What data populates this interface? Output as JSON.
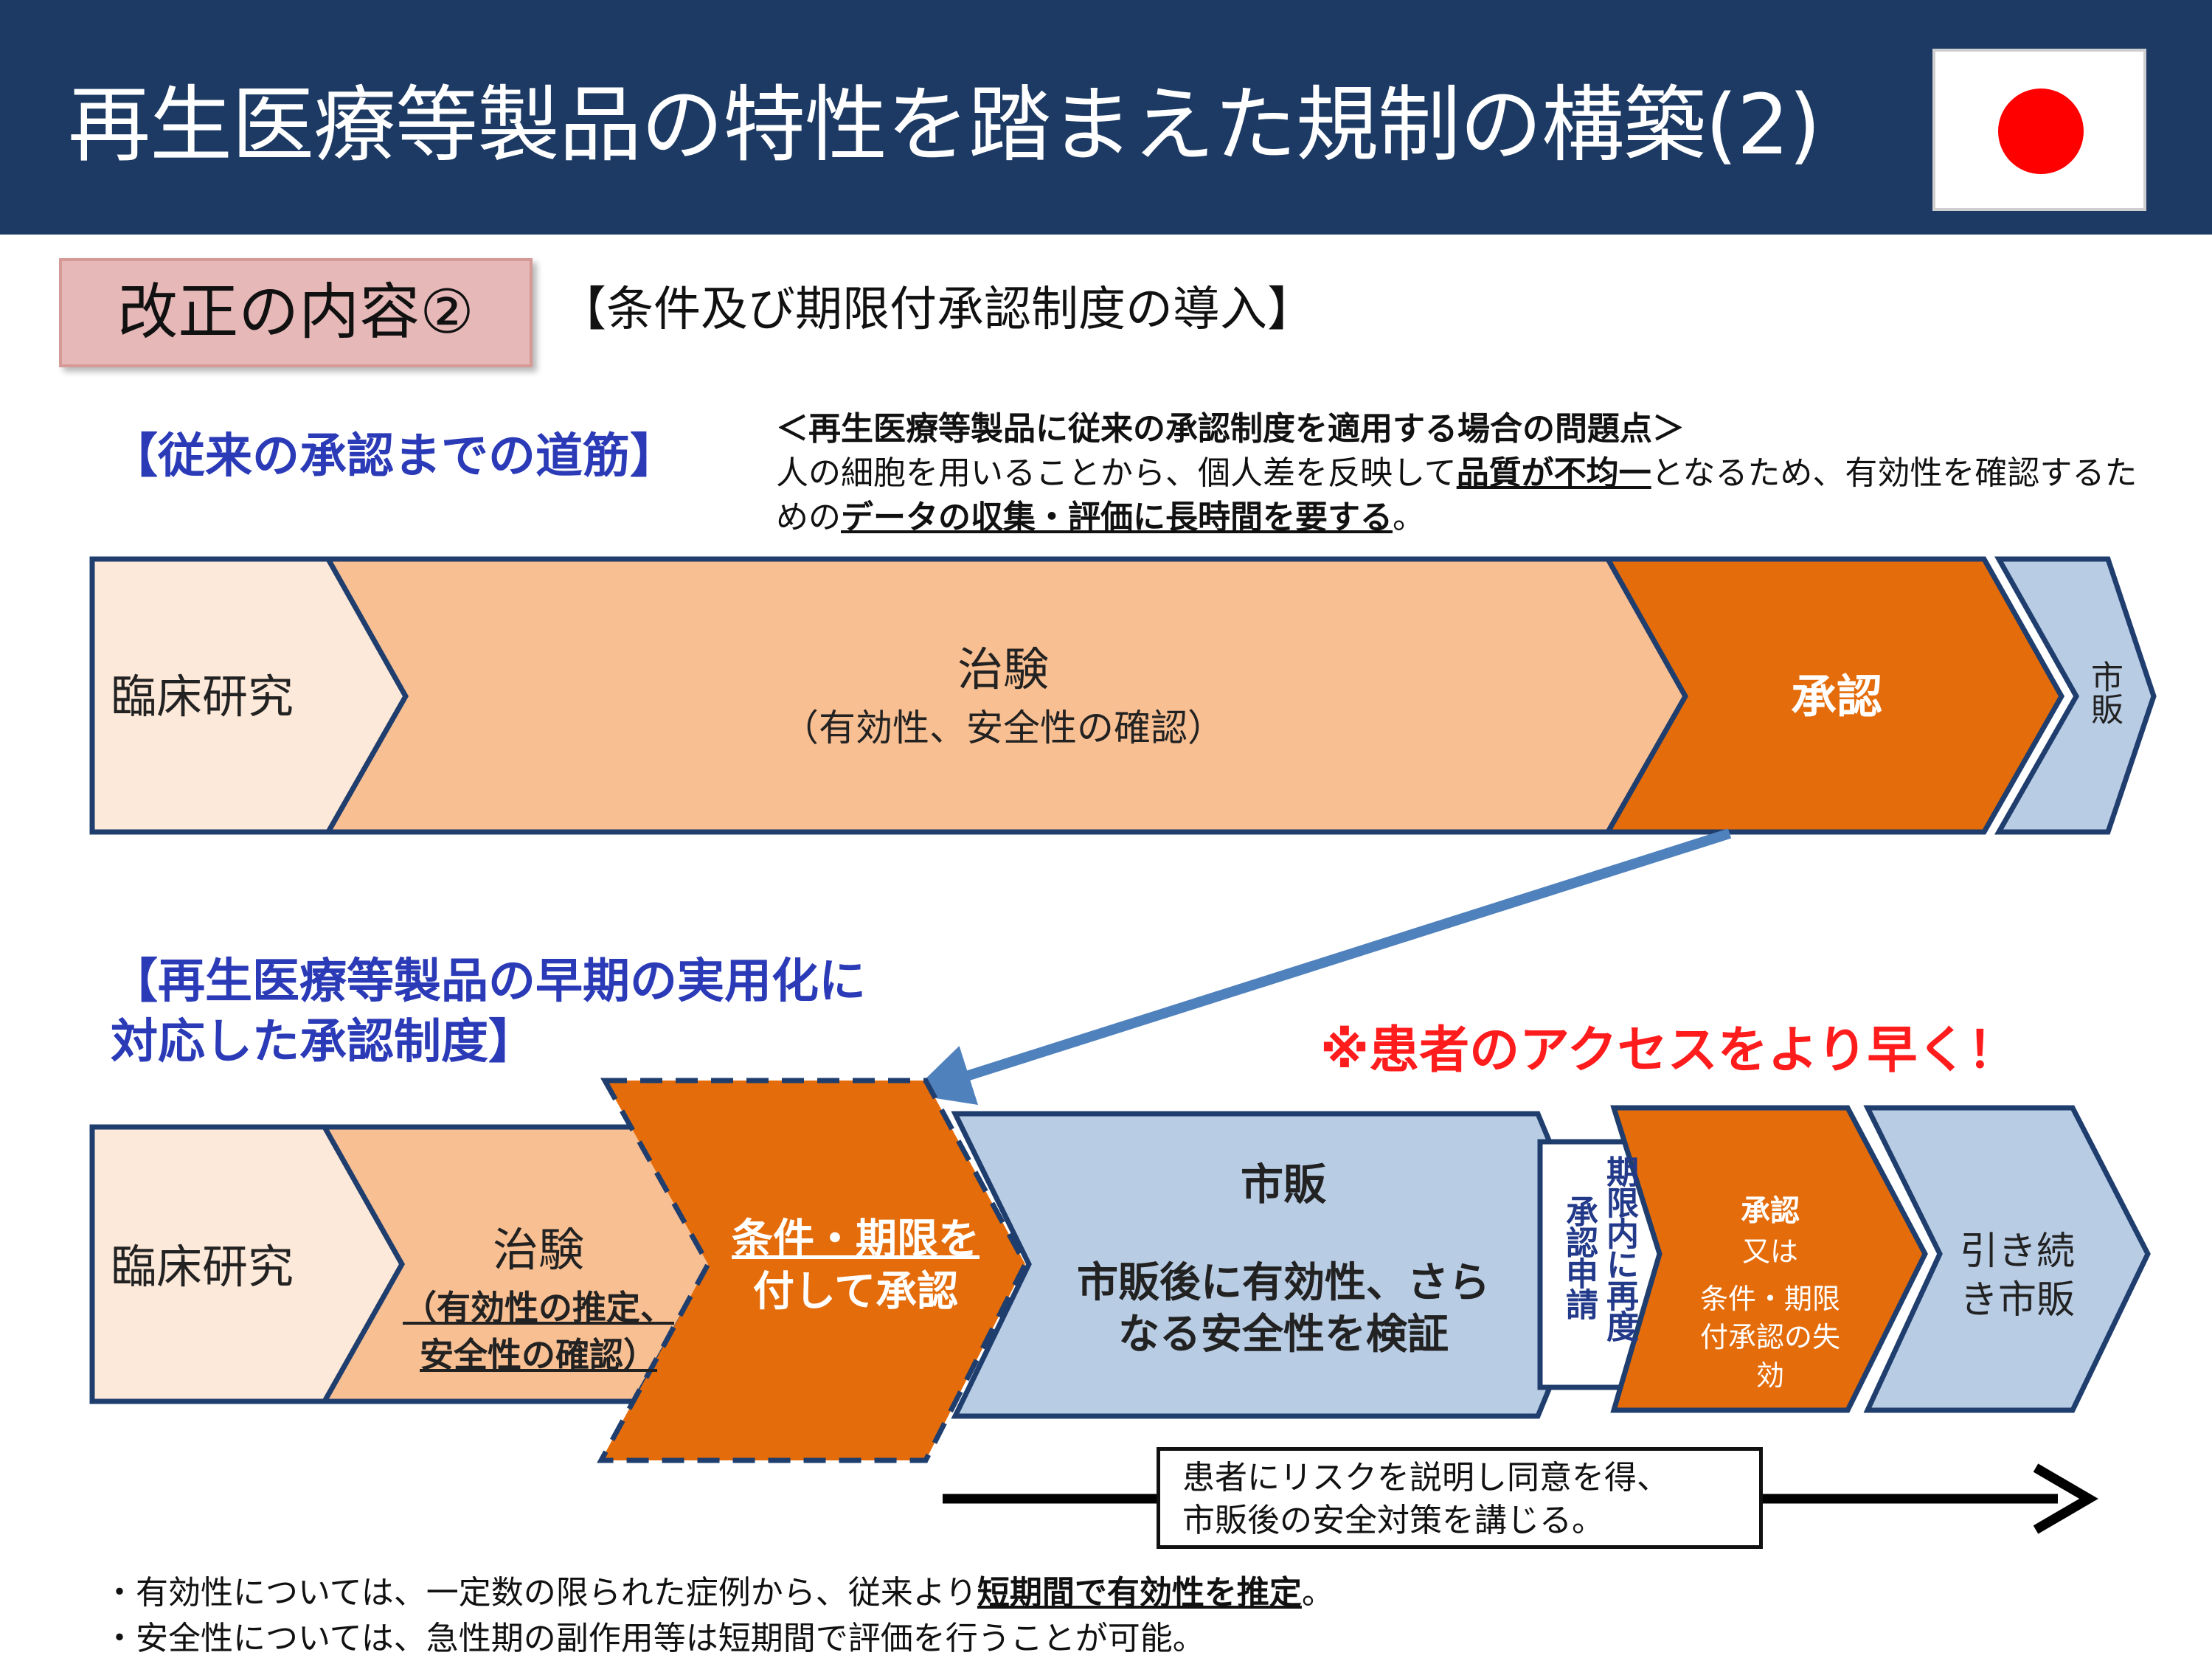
{
  "header": {
    "title": "再生医療等製品の特性を踏まえた規制の構築(2)"
  },
  "section": {
    "badge": "改正の内容②",
    "heading": "【条件及び期限付承認制度の導入】"
  },
  "conventional": {
    "heading": "【従来の承認までの道筋】",
    "problem_title": "＜再生医療等製品に従来の承認制度を適用する場合の問題点＞",
    "problem_text_1": "人の細胞を用いることから、個人差を反映して",
    "problem_emph_1": "品質が不均一",
    "problem_text_2": "となるため、有効性を確認するための",
    "problem_emph_2": "データの収集・評価に長時間を要する",
    "problem_text_3": "。",
    "steps": {
      "clinical_research": "臨床研究",
      "trial": "治験",
      "trial_sub": "（有効性、安全性の確認）",
      "approval": "承認",
      "market": "市販"
    }
  },
  "new_system": {
    "heading_line1": "【再生医療等製品の早期の実用化に",
    "heading_line2": "対応した承認制度】",
    "access_note": "※患者のアクセスをより早く！",
    "steps": {
      "clinical_research": "臨床研究",
      "trial": "治験",
      "trial_sub_1": "（有効性の推定、",
      "trial_sub_2": "安全性の確認）",
      "conditional_1": "条件・期限を",
      "conditional_2": "付して承認",
      "market": "市販",
      "market_sub_1": "市販後に有効性、さら",
      "market_sub_2": "なる安全性を検証",
      "reapply_col1": "期限内に再度",
      "reapply_col2": "承認申請",
      "approval_1": "承認",
      "approval_2": "又は",
      "approval_3": "条件・期限",
      "approval_4": "付承認の失",
      "approval_5": "効",
      "continue_1": "引き続",
      "continue_2": "き市販"
    },
    "consent_1": "患者にリスクを説明し同意を得、",
    "consent_2": "市販後の安全対策を講じる。"
  },
  "notes": {
    "n1_text": "・有効性については、一定数の限られた症例から、従来より",
    "n1_emph": "短期間で有効性を推定",
    "n1_end": "。",
    "n2_text": "・安全性については、急性期の副作用等は短期間で評価を行うことが可能。"
  },
  "colors": {
    "header_bg": "#1c3a63",
    "pale_peach": "#fde9d9",
    "peach": "#f8bf92",
    "orange": "#e46c0a",
    "light_blue": "#b8cce4",
    "outline_blue": "#1f3e6e",
    "heading_blue": "#2b3bb7",
    "alert_red": "#ff1c1c"
  }
}
